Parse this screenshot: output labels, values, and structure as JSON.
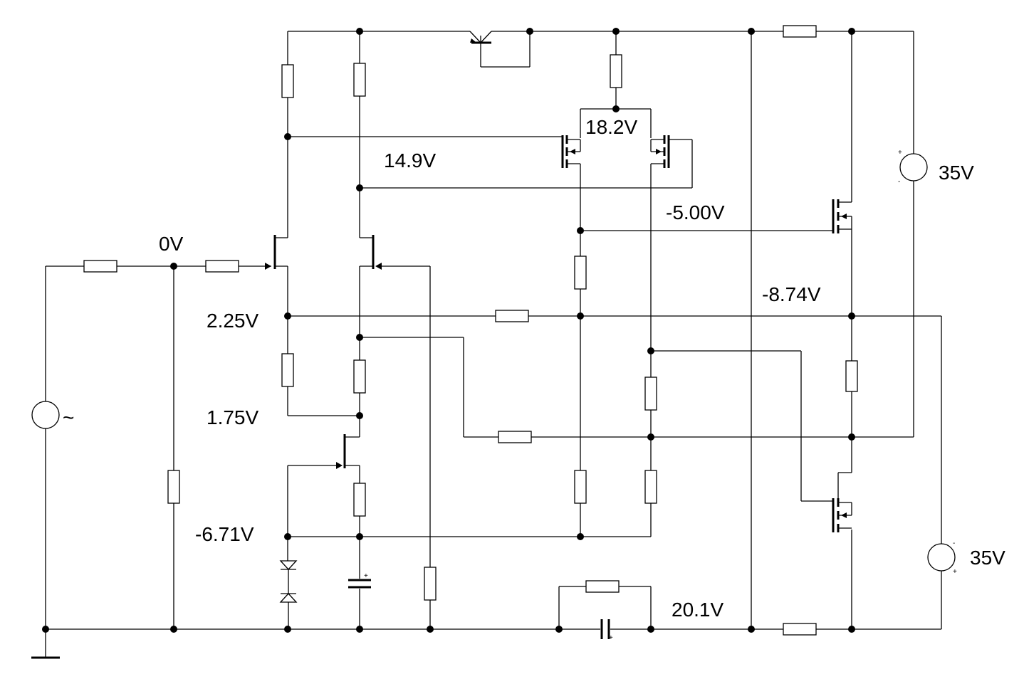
{
  "labels": {
    "v_input": "0V",
    "v_node_a": "2.25V",
    "v_node_b": "1.75V",
    "v_node_c": "-6.71V",
    "v_gate": "14.9V",
    "v_source": "18.2V",
    "v_bias": "-5.00V",
    "v_out": "-8.74V",
    "v_dc": "20.1V",
    "supply_pos": "35V",
    "supply_neg": "35V"
  },
  "signs": {
    "plus": "+",
    "minus": "-",
    "ac": "~"
  }
}
